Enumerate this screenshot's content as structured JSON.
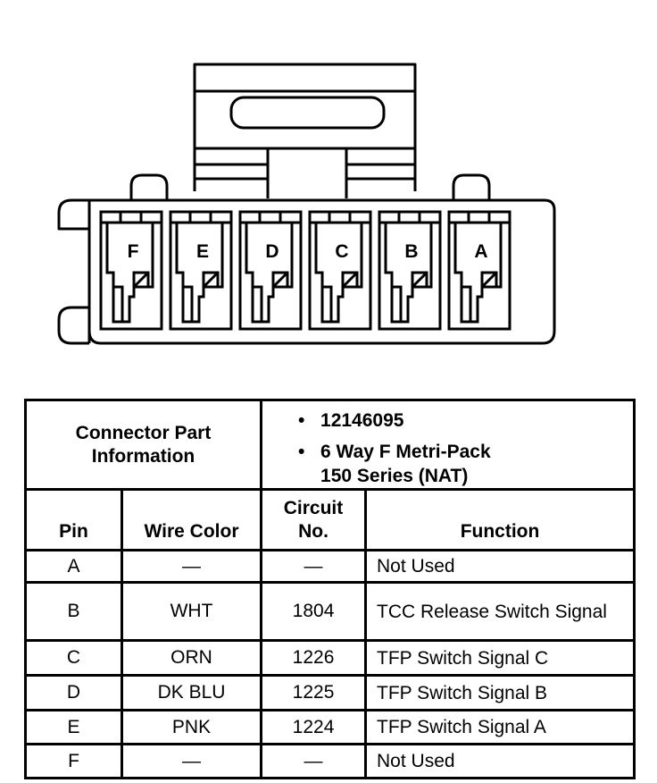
{
  "connector": {
    "pin_letters": [
      "F",
      "E",
      "D",
      "C",
      "B",
      "A"
    ]
  },
  "info": {
    "header_label": "Connector Part Information",
    "part_number": "12146095",
    "description_line1": "6 Way F Metri-Pack",
    "description_line2": "150 Series (NAT)",
    "bullet": "•"
  },
  "columns": {
    "pin": "Pin",
    "wire_color": "Wire Color",
    "circuit_line1": "Circuit",
    "circuit_line2": "No.",
    "function": "Function"
  },
  "rows": [
    {
      "pin": "A",
      "wire": "—",
      "circuit": "—",
      "function": "Not Used"
    },
    {
      "pin": "B",
      "wire": "WHT",
      "circuit": "1804",
      "function": "TCC Release Switch Signal"
    },
    {
      "pin": "C",
      "wire": "ORN",
      "circuit": "1226",
      "function": "TFP Switch Signal C"
    },
    {
      "pin": "D",
      "wire": "DK BLU",
      "circuit": "1225",
      "function": "TFP Switch Signal B"
    },
    {
      "pin": "E",
      "wire": "PNK",
      "circuit": "1224",
      "function": "TFP Switch Signal A"
    },
    {
      "pin": "F",
      "wire": "—",
      "circuit": "—",
      "function": "Not Used"
    }
  ]
}
